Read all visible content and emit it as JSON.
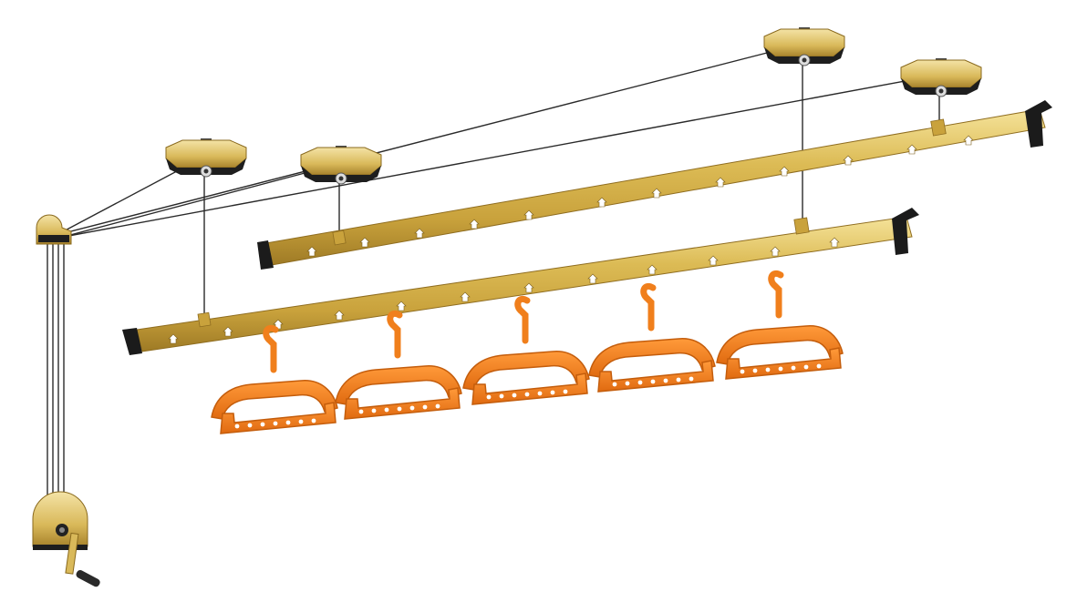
{
  "product": {
    "colors": {
      "rail_gold": "#d8b54c",
      "rail_highlight": "#f3dd8a",
      "rail_shadow": "#a9852b",
      "end_cap": "#1b1b1b",
      "hanger_orange": "#f07f1c",
      "hanger_shadow": "#c7600d",
      "cable": "#2a2a2a",
      "pulley_gold": "#e5c870",
      "pulley_dark": "#222222"
    },
    "icons": [
      "ceiling-pulley-icon",
      "drying-rail-icon",
      "clothes-hanger-icon",
      "hand-crank-winder-icon"
    ],
    "rails": [
      {
        "name": "back-rail"
      },
      {
        "name": "front-rail"
      }
    ],
    "hangers": [
      {
        "name": "hanger-1"
      },
      {
        "name": "hanger-2"
      },
      {
        "name": "hanger-3"
      },
      {
        "name": "hanger-4"
      },
      {
        "name": "hanger-5"
      }
    ]
  }
}
